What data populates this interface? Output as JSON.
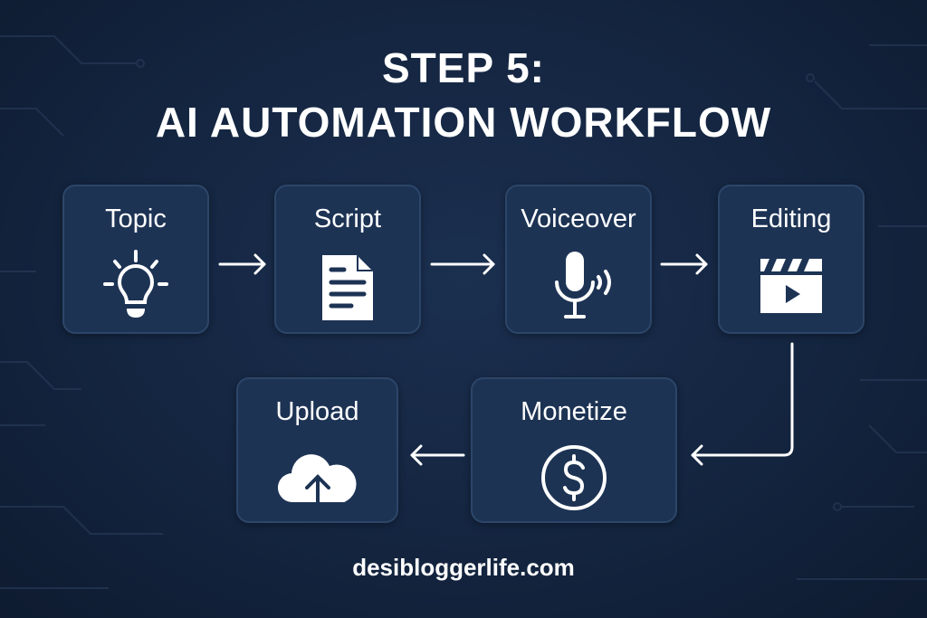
{
  "title": {
    "line1": "STEP 5:",
    "line2": "AI AUTOMATION WORKFLOW"
  },
  "steps": [
    {
      "label": "Topic",
      "icon": "lightbulb-icon"
    },
    {
      "label": "Script",
      "icon": "document-icon"
    },
    {
      "label": "Voiceover",
      "icon": "microphone-icon"
    },
    {
      "label": "Editing",
      "icon": "clapperboard-icon"
    },
    {
      "label": "Monetize",
      "icon": "dollar-icon"
    },
    {
      "label": "Upload",
      "icon": "cloud-upload-icon"
    }
  ],
  "footer": "desibloggerlife.com",
  "colors": {
    "background": "#142540",
    "box": "#1d3354",
    "box_border": "#2c4669",
    "text": "#ffffff"
  }
}
